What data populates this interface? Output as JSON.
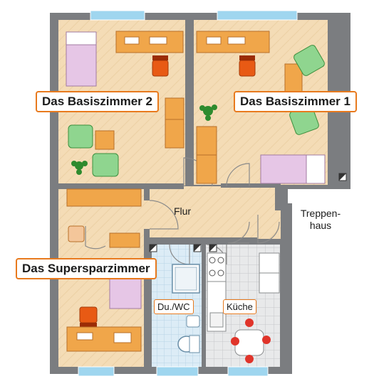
{
  "rooms": {
    "basis2": "Das Basiszimmer 2",
    "basis1": "Das Basiszimmer 1",
    "supersparzimmer": "Das Supersparzimmer",
    "flur": "Flur",
    "bad": "Du./WC",
    "kueche": "Küche",
    "treppenhaus_line1": "Treppen-",
    "treppenhaus_line2": "haus"
  },
  "colors": {
    "wall": "#7b7d80",
    "floor_wood": "#f4dcb6",
    "floor_tile_blue": "#dcecf6",
    "floor_tile_grey": "#e6e7e8",
    "desk": "#f0a64a",
    "bed": "#e6c6e6",
    "chair": "#e85a14",
    "armchair": "#8fd58f",
    "window": "#9fd6ef",
    "plant": "#2e8b2e",
    "label_border": "#e87a1e"
  }
}
